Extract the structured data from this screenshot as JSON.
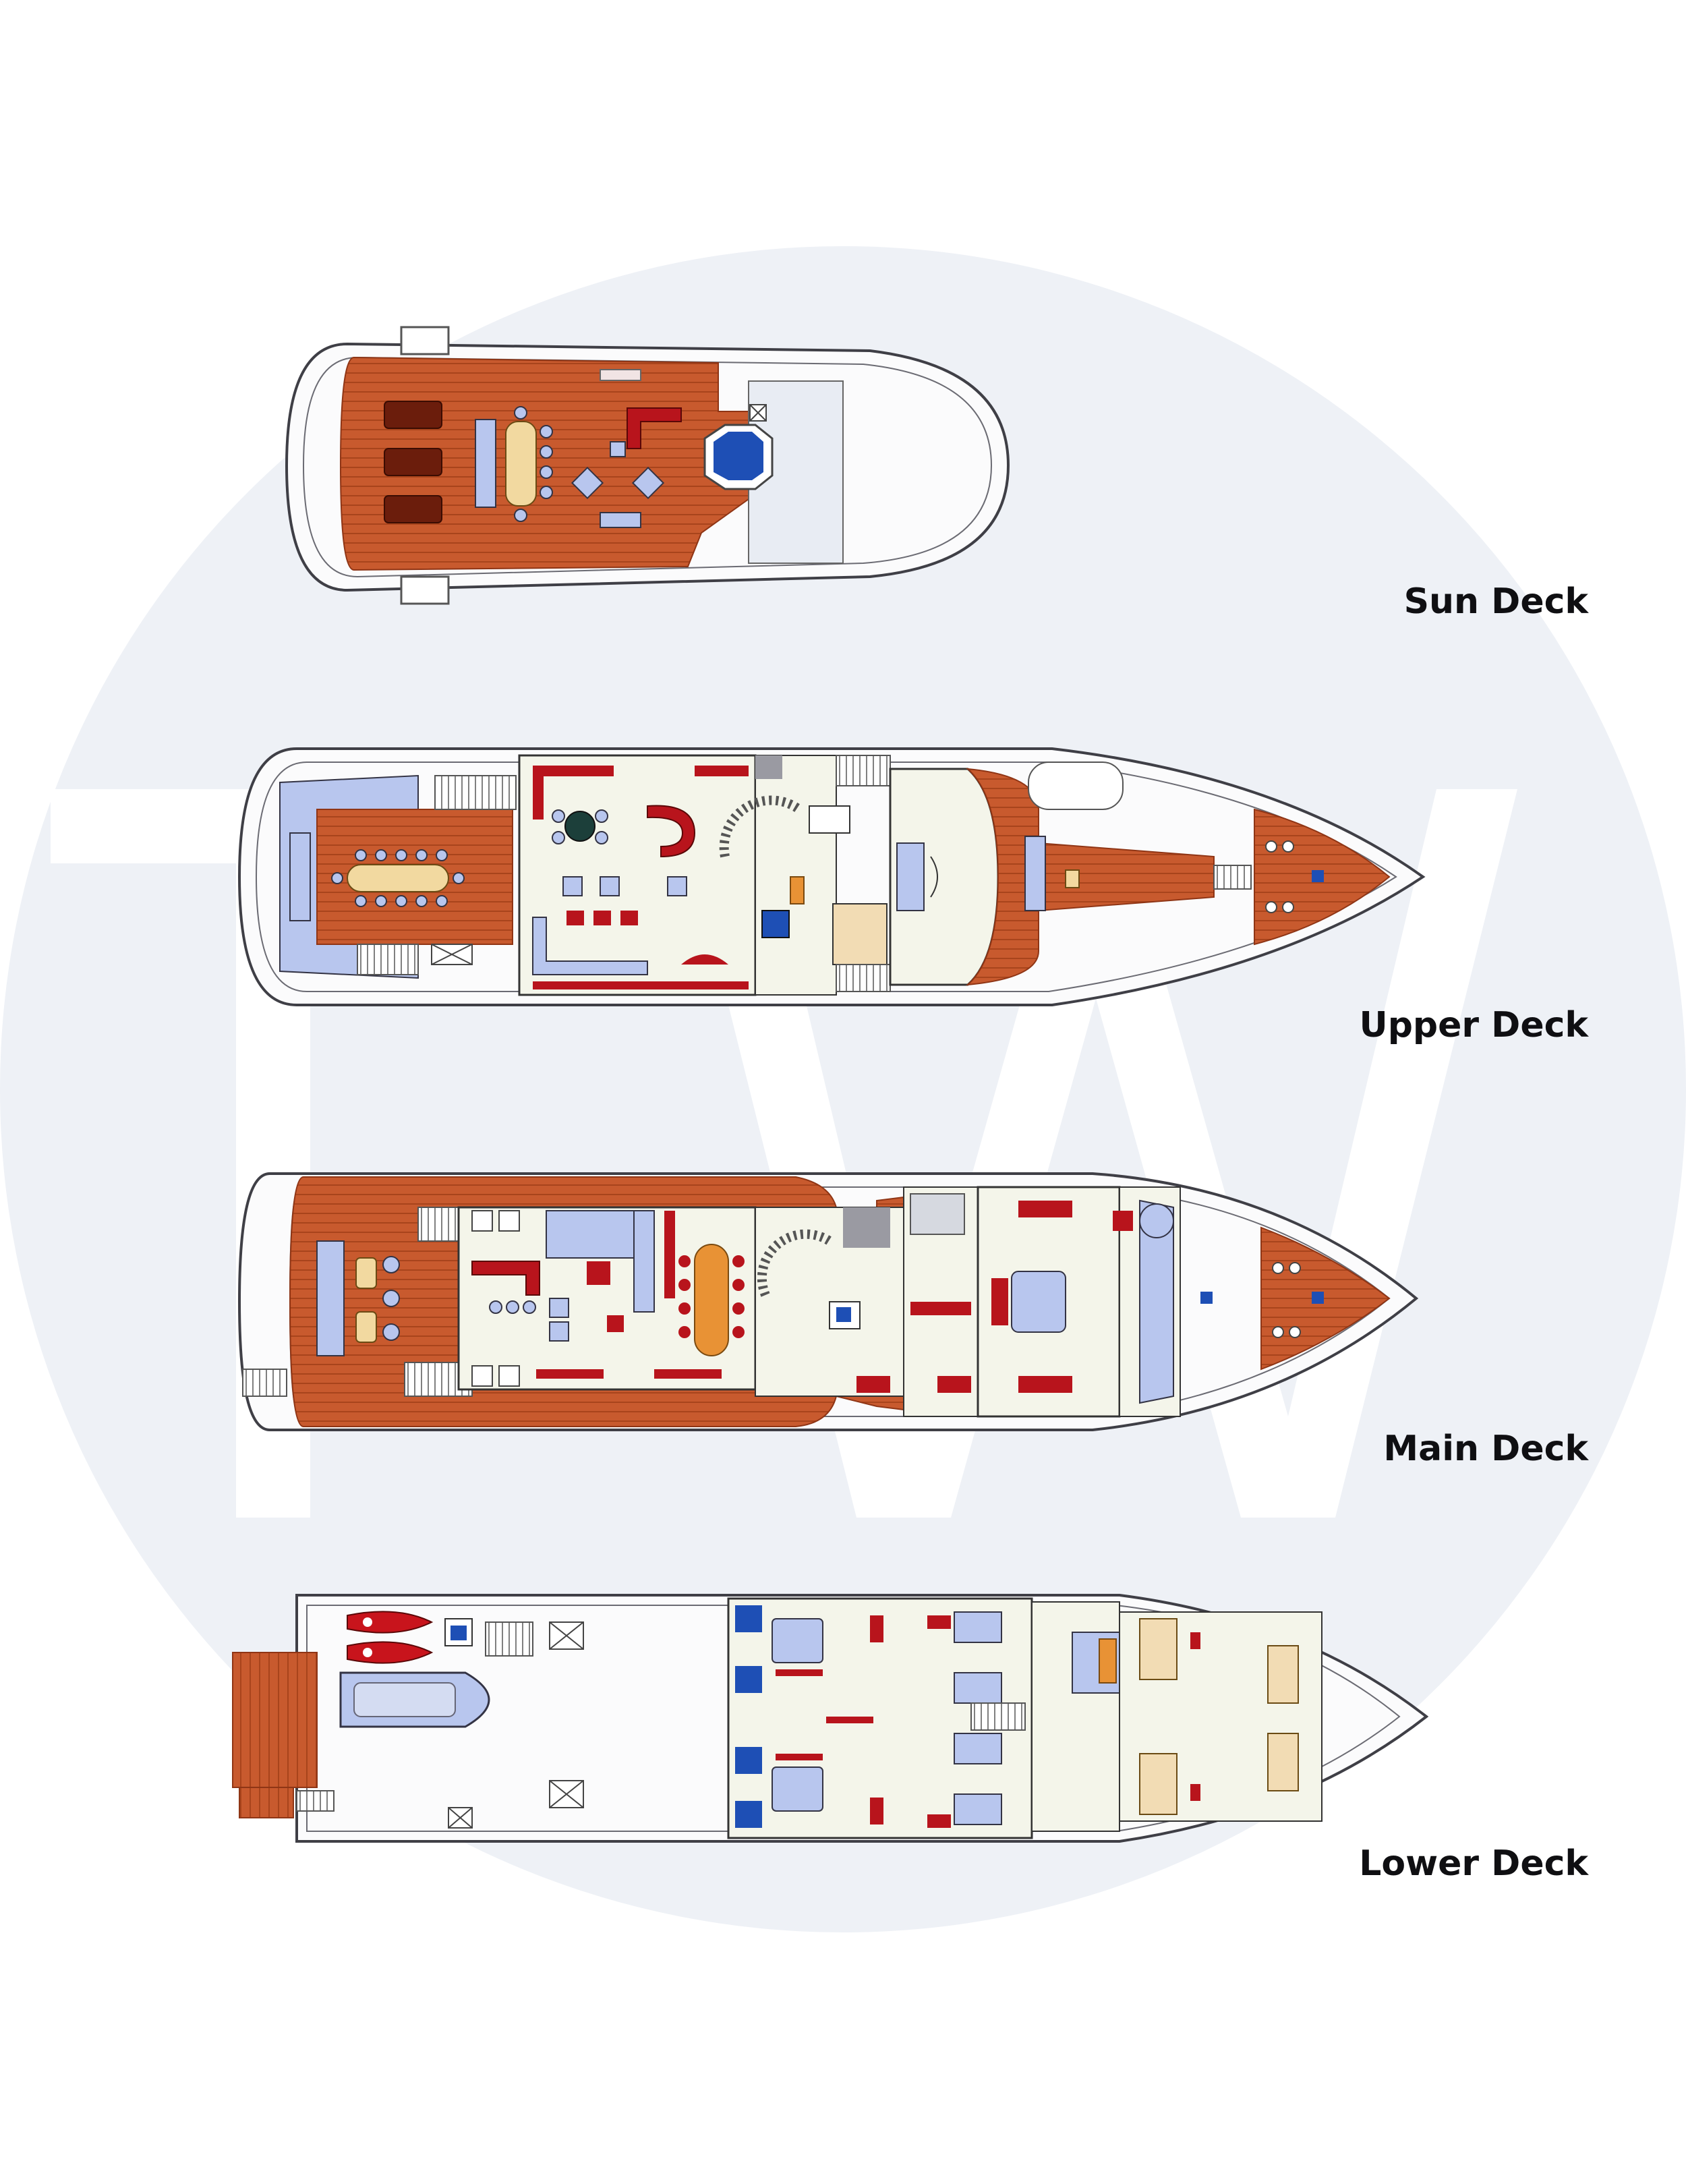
{
  "colors": {
    "background": "#ffffff",
    "watermark_disc": "#eef1f6",
    "watermark_letters": "#ffffff",
    "hull_fill": "#fbfbfc",
    "hull_stroke": "#3f3f46",
    "teak": "#c85a2e",
    "teak_dark": "#8f3515",
    "interior_floor": "#f4f5ea",
    "upholstery": "#b8c6ee",
    "accent_red": "#b8141c",
    "pool_blue": "#1e4fb5",
    "label_text": "#0f0f12"
  },
  "watermark": {
    "icon": "tw-logo-watermark"
  },
  "decks": [
    {
      "id": "sun",
      "label": "Sun Deck"
    },
    {
      "id": "upper",
      "label": "Upper Deck"
    },
    {
      "id": "main",
      "label": "Main Deck"
    },
    {
      "id": "lower",
      "label": "Lower Deck"
    }
  ]
}
